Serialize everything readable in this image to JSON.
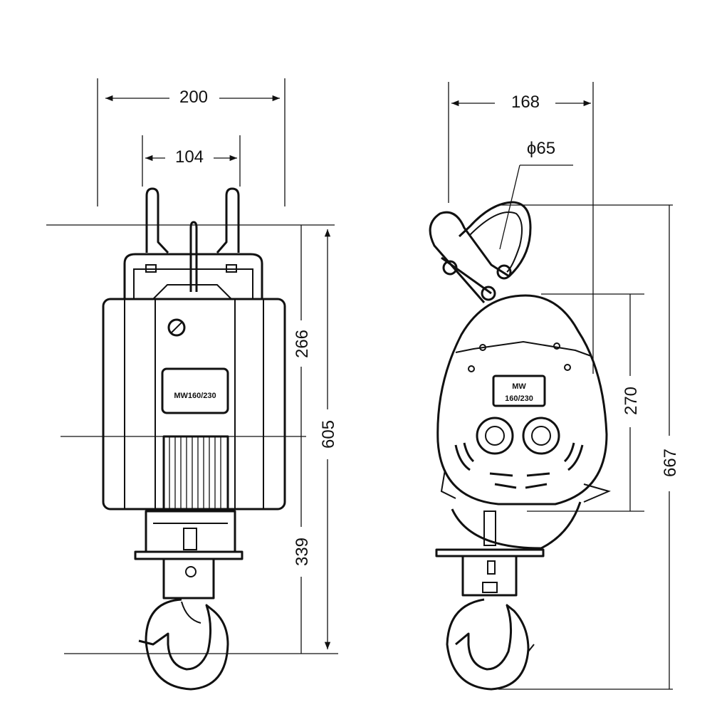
{
  "front_view": {
    "dims": {
      "width_overall": "200",
      "hanger_width": "104",
      "upper_height": "266",
      "lower_height": "339",
      "total_height": "605"
    },
    "plate_label": "MW160/230"
  },
  "side_view": {
    "dims": {
      "depth": "168",
      "hook_diameter": "ϕ65",
      "body_height": "270",
      "total_height": "667"
    },
    "plate_line1": "MW",
    "plate_line2": "160/230"
  },
  "colors": {
    "ink": "#111111",
    "paper": "#ffffff"
  }
}
